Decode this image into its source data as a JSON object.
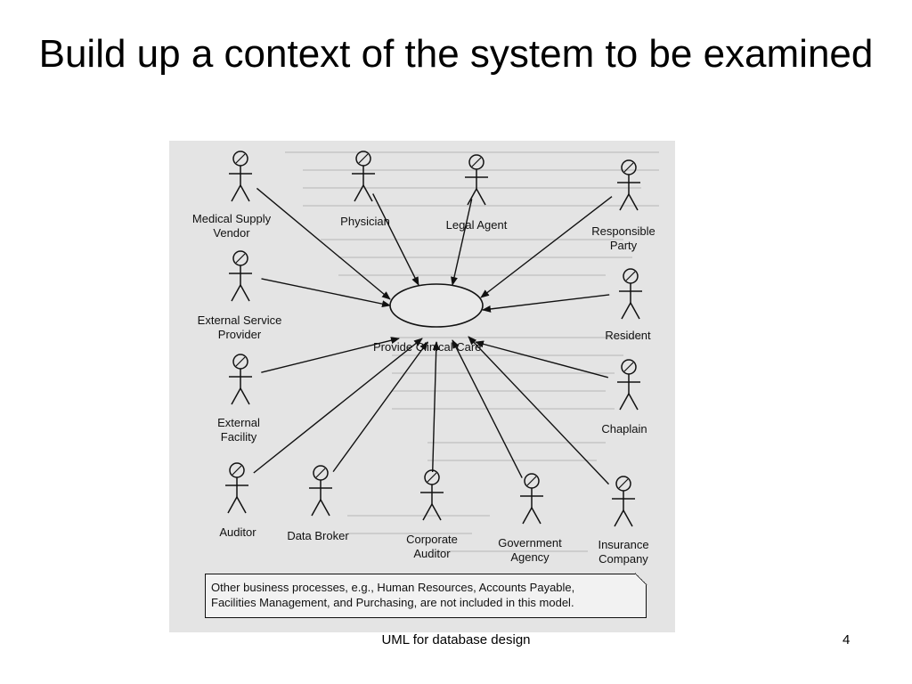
{
  "slide": {
    "title": "Build up a context of the system to be examined",
    "footer": "UML for database design",
    "page_number": "4"
  },
  "diagram": {
    "use_case": "Provide Clinical Care",
    "note": "Other business processes, e.g., Human Resources, Accounts Payable,\nFacilities Management, and Purchasing, are not included in this model.",
    "actors": [
      {
        "id": "medical-supply-vendor",
        "label": "Medical Supply\nVendor"
      },
      {
        "id": "physician",
        "label": "Physician"
      },
      {
        "id": "legal-agent",
        "label": "Legal Agent"
      },
      {
        "id": "responsible-party",
        "label": "Responsible\nParty"
      },
      {
        "id": "external-service-provider",
        "label": "External Service\nProvider"
      },
      {
        "id": "resident",
        "label": "Resident"
      },
      {
        "id": "external-facility",
        "label": "External\nFacility"
      },
      {
        "id": "chaplain",
        "label": "Chaplain"
      },
      {
        "id": "auditor",
        "label": "Auditor"
      },
      {
        "id": "data-broker",
        "label": "Data Broker"
      },
      {
        "id": "corporate-auditor",
        "label": "Corporate\nAuditor"
      },
      {
        "id": "government-agency",
        "label": "Government\nAgency"
      },
      {
        "id": "insurance-company",
        "label": "Insurance\nCompany"
      }
    ],
    "colors": {
      "ink": "#111111",
      "paper": "#e4e4e4"
    }
  }
}
